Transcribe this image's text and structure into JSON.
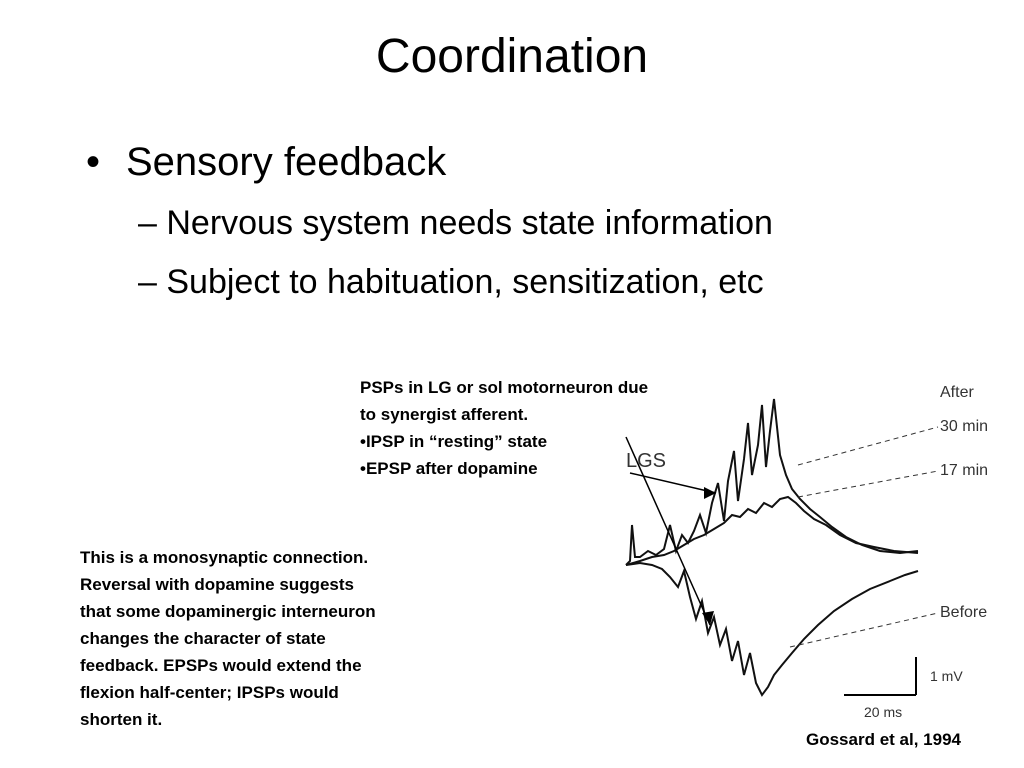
{
  "slide": {
    "title": "Coordination",
    "bullet": {
      "marker": "•",
      "text": "Sensory feedback",
      "subitems": [
        "– Nervous system needs state information",
        "– Subject to habituation, sensitization, etc"
      ]
    },
    "figure_caption": [
      "PSPs in LG or sol motorneuron due",
      "to synergist afferent.",
      "•IPSP in “resting” state",
      "•EPSP after dopamine"
    ],
    "note": [
      "This is a monosynaptic connection.",
      "Reversal with dopamine suggests",
      "that some dopaminergic interneuron",
      "changes the character of state",
      "feedback.  EPSPs would extend the",
      "flexion half-center; IPSPs would",
      "shorten it."
    ],
    "citation": "Gossard et al, 1994"
  },
  "figure": {
    "labels": {
      "muscle": "LGS",
      "after": "After",
      "t30": "30 min",
      "t17": "17 min",
      "before": "Before",
      "scale_v": "1 mV",
      "scale_t": "20 ms"
    }
  }
}
